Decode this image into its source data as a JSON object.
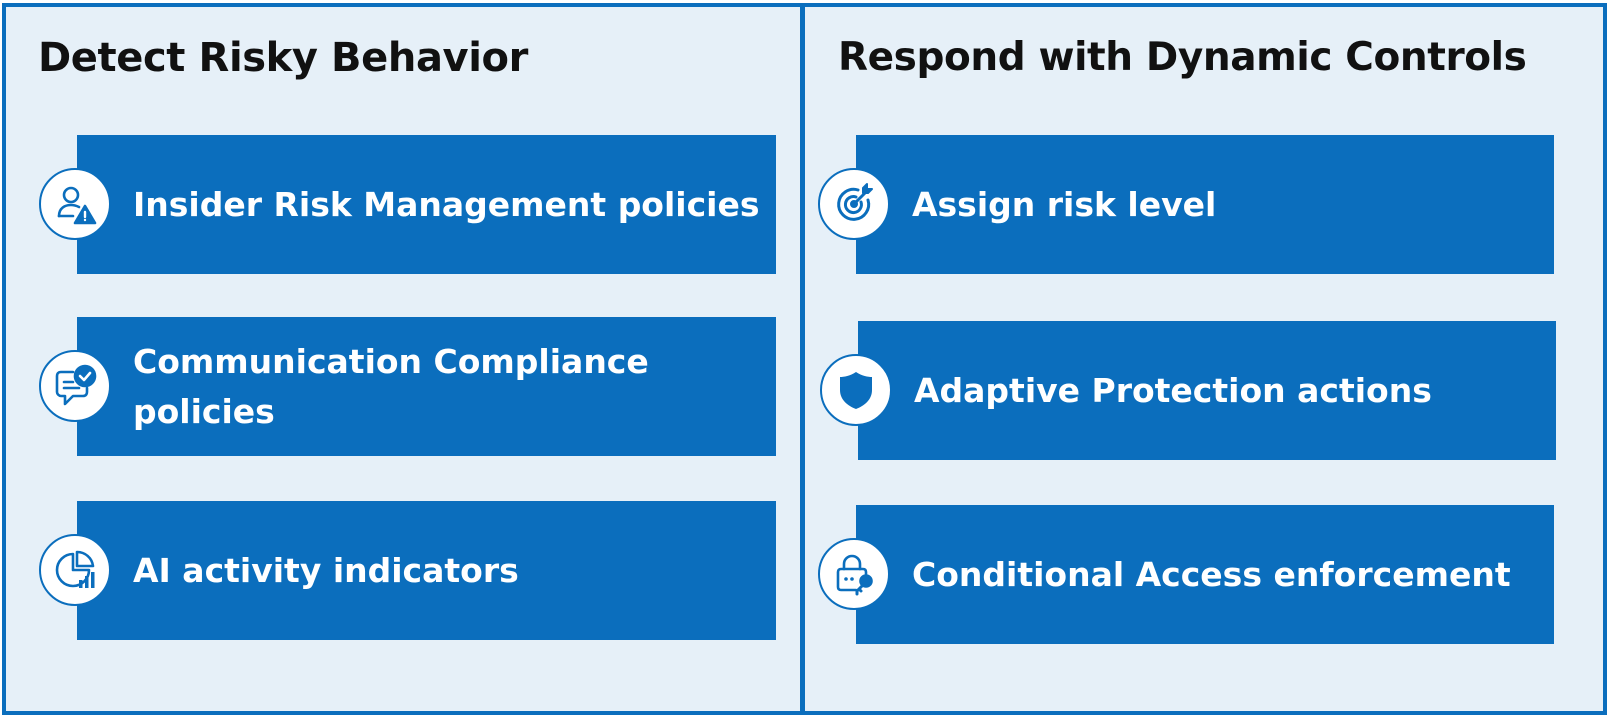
{
  "left_panel": {
    "title": "Detect Risky Behavior",
    "items": [
      {
        "label": "Insider Risk Management policies",
        "icon": "user-warning-icon"
      },
      {
        "label": "Communication Compliance policies",
        "icon": "chat-check-icon"
      },
      {
        "label": "AI activity indicators",
        "icon": "chart-analytics-icon"
      }
    ]
  },
  "right_panel": {
    "title": "Respond with Dynamic Controls",
    "items": [
      {
        "label": "Assign risk level",
        "icon": "target-icon"
      },
      {
        "label": "Adaptive Protection actions",
        "icon": "shield-icon"
      },
      {
        "label": "Conditional Access enforcement",
        "icon": "lock-key-icon"
      }
    ]
  },
  "colors": {
    "accent": "#0b6ebd",
    "panel_background": "#e6f0f8",
    "title_text": "#111111",
    "card_text": "#ffffff"
  }
}
